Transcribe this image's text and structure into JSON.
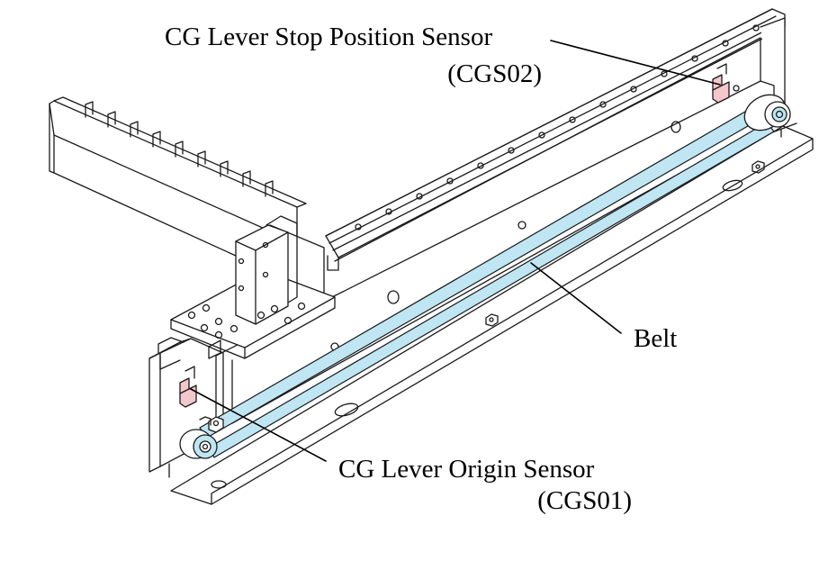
{
  "labels": {
    "stop_sensor_name": "CG Lever Stop Position Sensor",
    "stop_sensor_code": "(CGS02)",
    "belt": "Belt",
    "origin_sensor_name": "CG Lever Origin Sensor",
    "origin_sensor_code": "(CGS01)"
  },
  "colors": {
    "line": "#1a1a1a",
    "belt": "#bfe6f2",
    "sensor": "#f4c7cb",
    "background": "#ffffff"
  }
}
